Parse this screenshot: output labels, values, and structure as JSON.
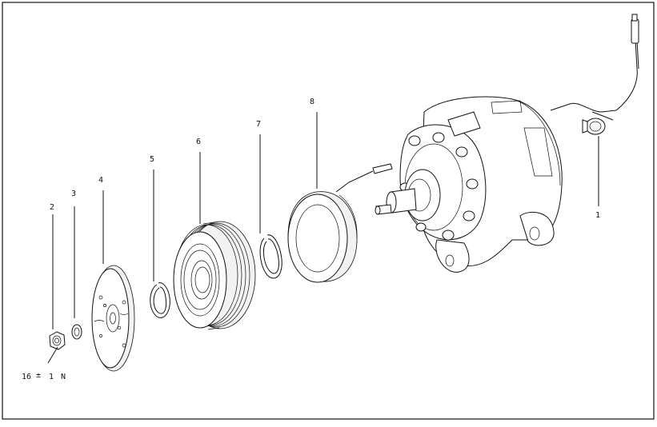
{
  "callouts": [
    {
      "id": "1",
      "text": "1"
    },
    {
      "id": "2",
      "text": "2"
    },
    {
      "id": "3",
      "text": "3"
    },
    {
      "id": "4",
      "text": "4"
    },
    {
      "id": "5",
      "text": "5"
    },
    {
      "id": "6",
      "text": "6"
    },
    {
      "id": "7",
      "text": "7"
    },
    {
      "id": "8",
      "text": "8"
    }
  ],
  "torque": {
    "value": "16",
    "plusminus": "±",
    "tolerance": "1",
    "unit": "N"
  },
  "colors": {
    "line": "#111111",
    "background": "#ffffff"
  }
}
